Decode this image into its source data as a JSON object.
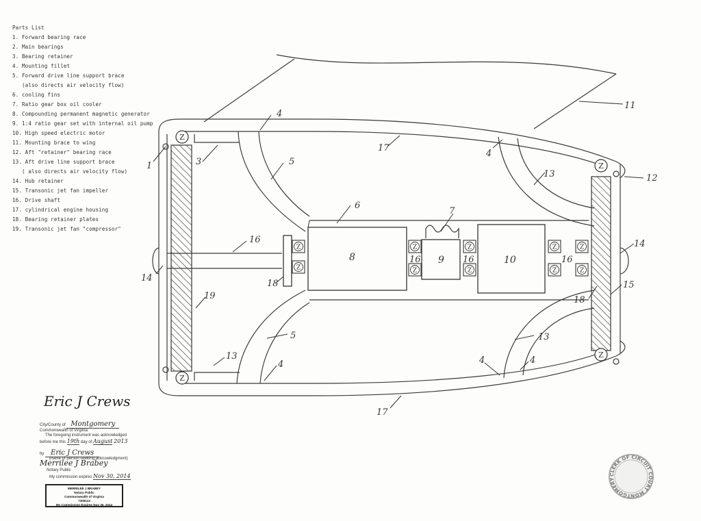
{
  "parts_list": {
    "title": "Parts List",
    "items": [
      "1. Forward bearing race",
      "2. Main bearings",
      "3. Bearing retainer",
      "4. Mounting fillet",
      "5. Forward drive line support brace",
      "(also directs air velocity flow)",
      "6. cooling fins",
      "7. Ratio gear box oil cooler",
      "8. Compounding permanent magnetic generator",
      "9. 1:4 ratio gear set with internal oil pump",
      "10. High speed electric motor",
      "11. Mounting brace to wing",
      "12. Aft \"retainer\" bearing race",
      "13. Aft drive line support brace",
      "( also directs air velocity flow)",
      "14. Hub retainer",
      "15. Transonic jet fan impeller",
      "16. Drive shaft",
      "17. cylindrical engine housing",
      "18. Bearing retainer plates",
      "19. Transonic jet fan \"compressor\""
    ]
  },
  "diagram": {
    "bearing_mark": "Z",
    "labels": {
      "c1": "1",
      "c3": "3",
      "c4a": "4",
      "c4b": "4",
      "c4c": "4",
      "c4d": "4",
      "c4e": "4",
      "c5a": "5",
      "c5b": "5",
      "c6": "6",
      "c7": "7",
      "c8": "8",
      "c9": "9",
      "c10": "10",
      "c11": "11",
      "c12": "12",
      "c13a": "13",
      "c13b": "13",
      "c13c": "13",
      "c14a": "14",
      "c14b": "14",
      "c15": "15",
      "c16a": "16",
      "c16b": "16",
      "c16c": "16",
      "c16d": "16",
      "c17a": "17",
      "c17b": "17",
      "c18a": "18",
      "c18b": "18",
      "c19": "19"
    }
  },
  "notary": {
    "signature": "Eric J Crews",
    "county_label": "City/County of",
    "county_value": "Montgomery",
    "commonwealth": "Commonwealth of Virginia",
    "ack_line": "The foregoing instrument was acknowledged",
    "before_me": "before me this",
    "day": "19th",
    "day_of": "day of",
    "month": "August",
    "year": "2013",
    "by_label": "by",
    "by_value": "Eric J Crews",
    "person_label": "(name of person seeking acknowledgment)",
    "notary_signature": "Merrilee J Brabey",
    "notary_public": "Notary Public",
    "commission_label": "My commission expires",
    "commission_value": "Nov 30, 2014",
    "stamp_lines": [
      "MERRILEE J BRABEY",
      "Notary Public",
      "Commonwealth of Virginia",
      "7308113",
      "My Commission Expires Nov 30, 2014"
    ]
  },
  "seal": {
    "text": "CLERK OF CIRCUIT COURT MONTGOMERY COUNTY VIRGINIA"
  }
}
